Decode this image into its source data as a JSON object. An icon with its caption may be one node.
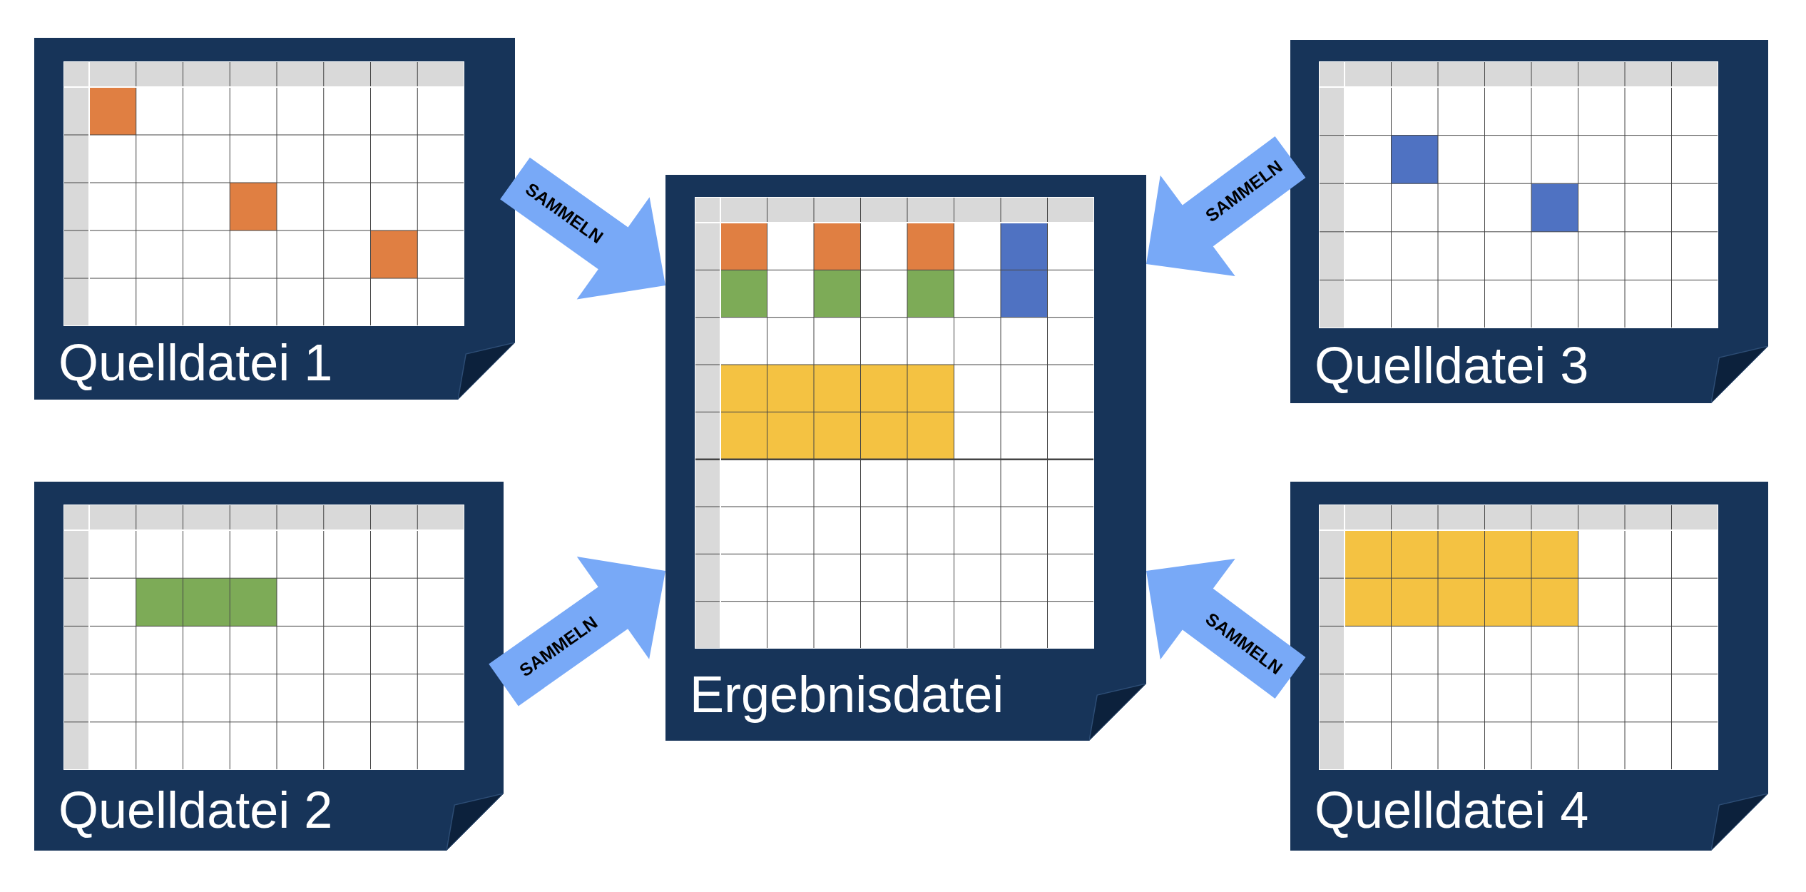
{
  "diagram": {
    "nodes": [
      {
        "text": [
          "Quelldatei 1"
        ]
      },
      {
        "text": [
          "Quelldatei 2"
        ]
      },
      {
        "text": [
          "Ergebnisdatei"
        ]
      },
      {
        "text": [
          "Quelldatei 3"
        ]
      },
      {
        "text": [
          "Quelldatei 4"
        ]
      }
    ],
    "edges": [
      {
        "from": 0,
        "to": 2,
        "arrow": "to",
        "label": "SAMMELN"
      },
      {
        "from": 1,
        "to": 2,
        "arrow": "to",
        "label": "SAMMELN"
      },
      {
        "from": 3,
        "to": 2,
        "arrow": "to",
        "label": "SAMMELN"
      },
      {
        "from": 4,
        "to": 2,
        "arrow": "to",
        "label": "SAMMELN"
      }
    ]
  }
}
